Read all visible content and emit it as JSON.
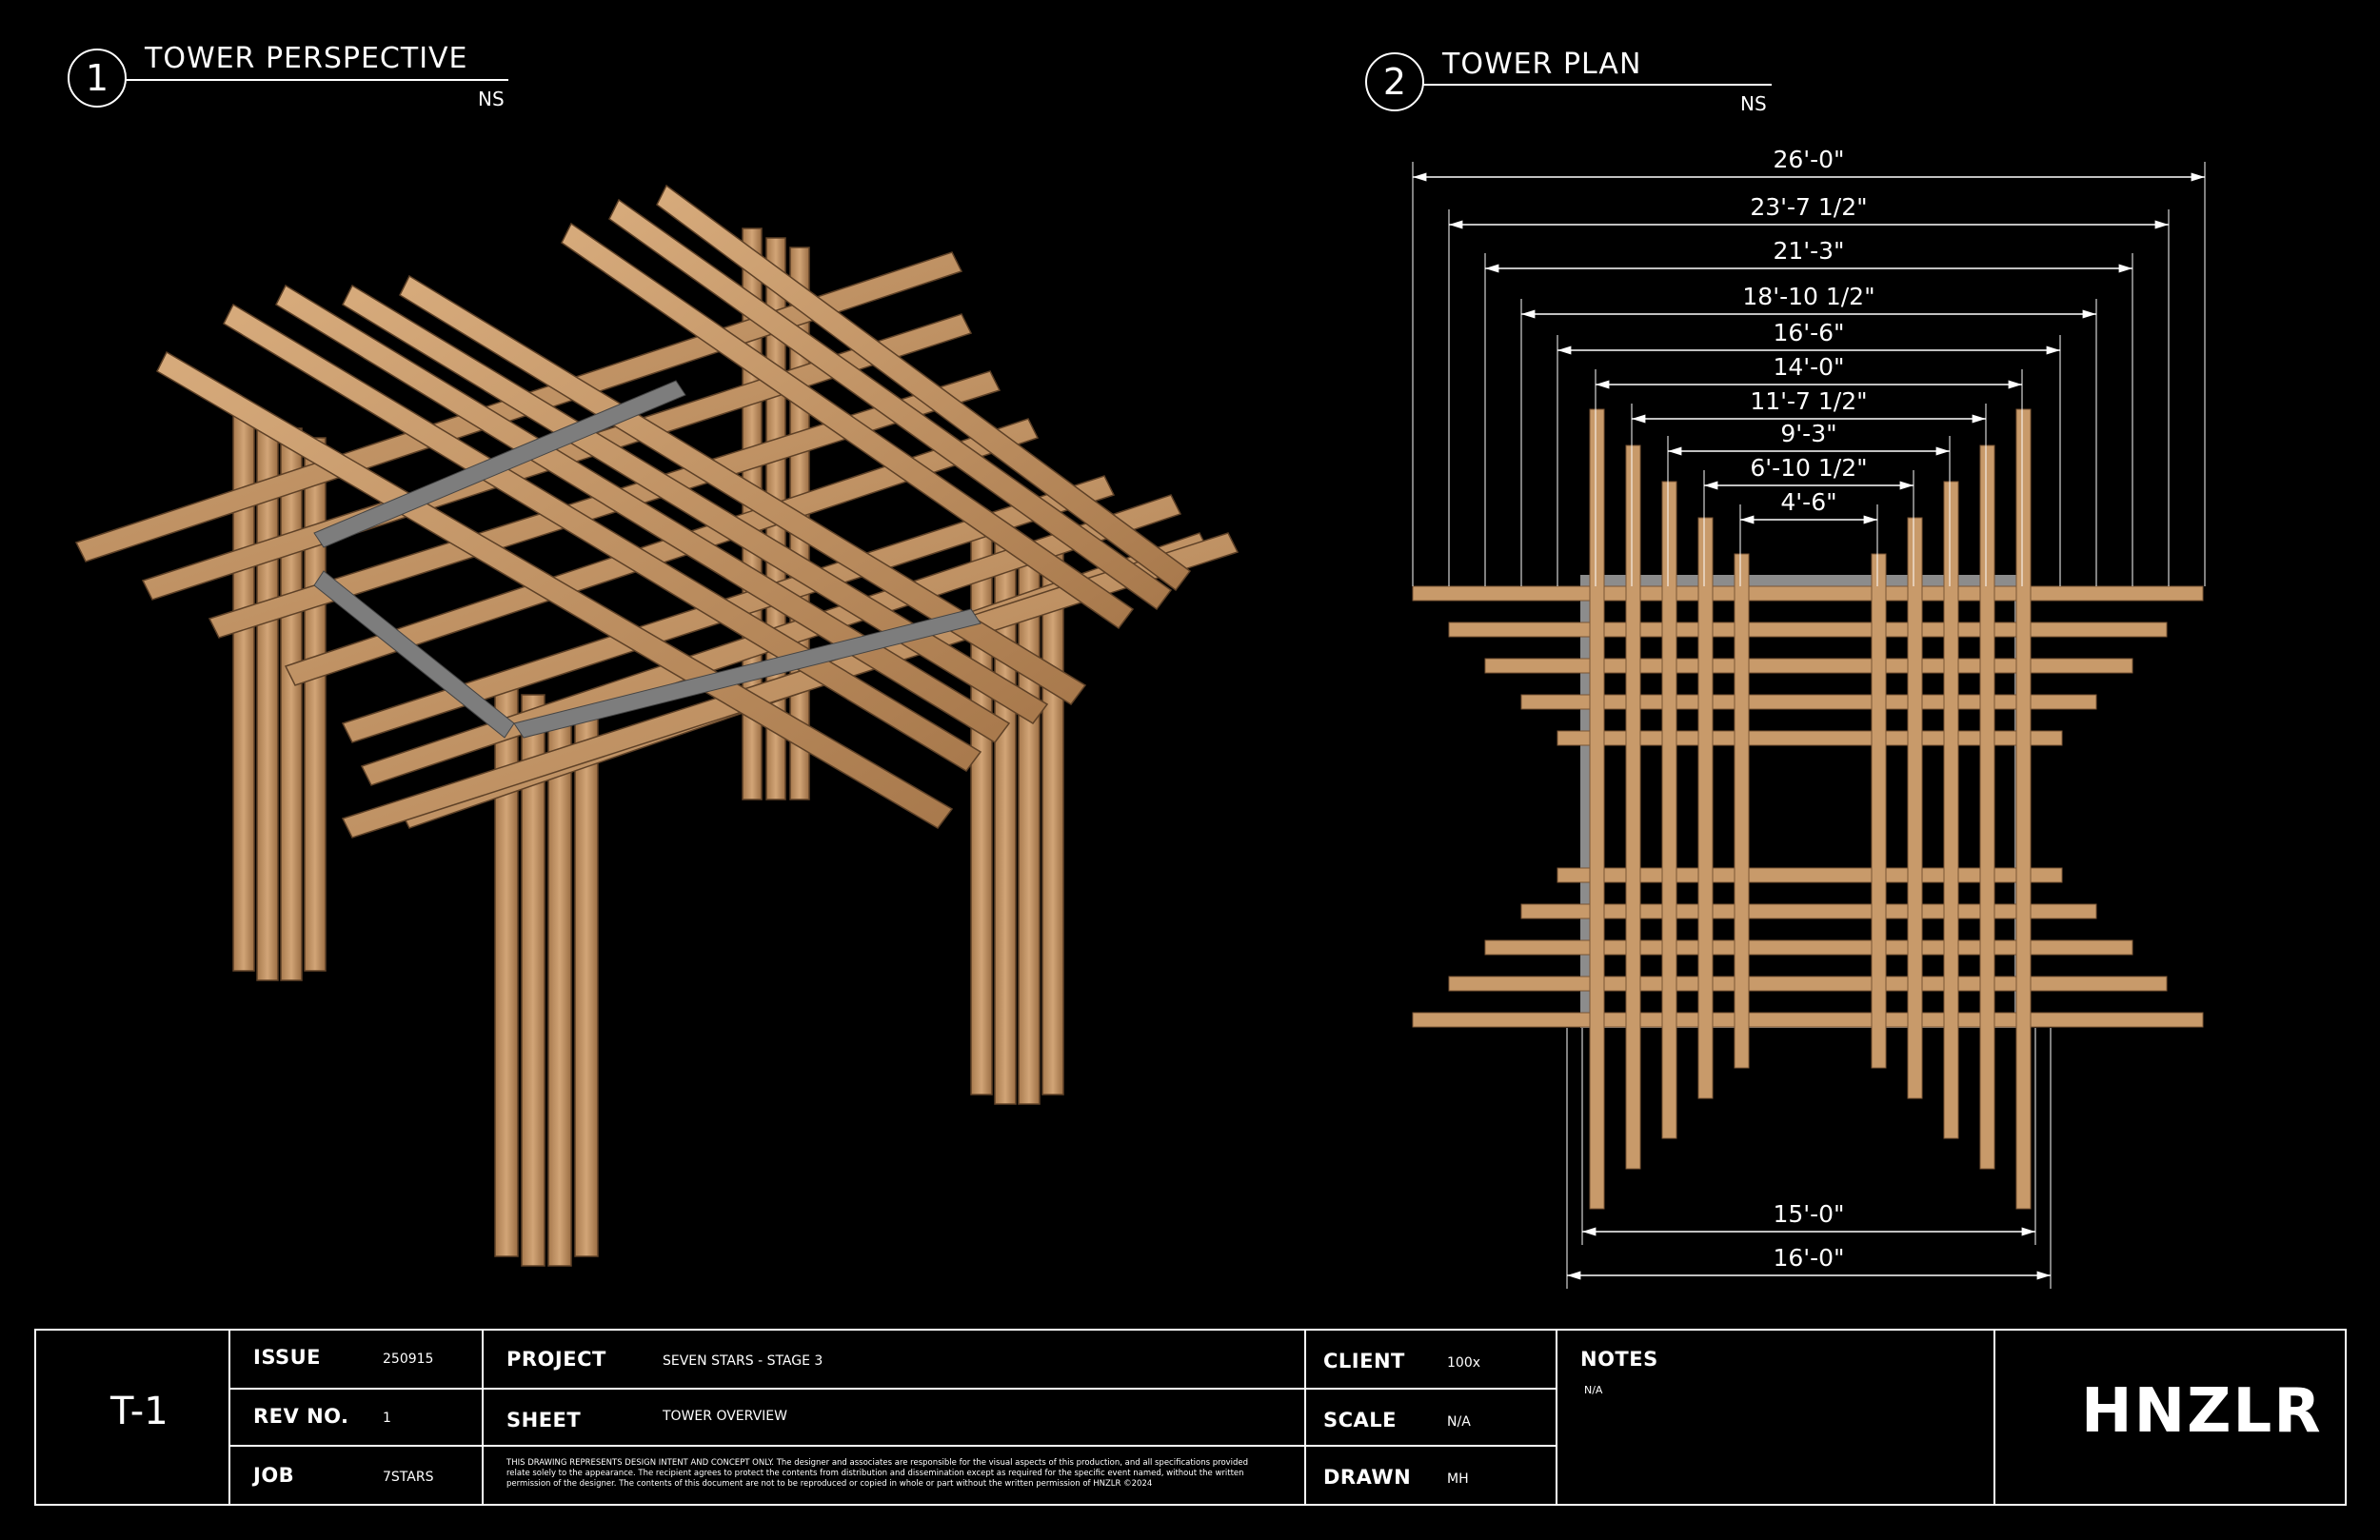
{
  "views": [
    {
      "number": "1",
      "title": "TOWER PERSPECTIVE",
      "scale": "NS"
    },
    {
      "number": "2",
      "title": "TOWER PLAN",
      "scale": "NS"
    }
  ],
  "plan_dimensions": {
    "top": [
      "26'-0\"",
      "23'-7 1/2\"",
      "21'-3\"",
      "18'-10 1/2\"",
      "16'-6\"",
      "14'-0\"",
      "11'-7 1/2\"",
      "9'-3\"",
      "6'-10 1/2\"",
      "4'-6\""
    ],
    "bottom": [
      "15'-0\"",
      "16'-0\""
    ]
  },
  "title_block": {
    "sheet_number": "T-1",
    "issue_label": "ISSUE",
    "issue_value": "250915",
    "rev_label": "REV NO.",
    "rev_value": "1",
    "job_label": "JOB",
    "job_value": "7STARS",
    "project_label": "PROJECT",
    "project_value": "SEVEN STARS - STAGE 3",
    "sheet_label": "SHEET",
    "sheet_value": "TOWER OVERVIEW",
    "disclaimer": "THIS DRAWING REPRESENTS DESIGN INTENT AND CONCEPT ONLY. The designer and associates are responsible for the visual aspects of this production, and all specifications provided relate solely to the appearance. The recipient agrees to protect the contents from distribution and dissemination except as required for the specific event named, without the written permission of the designer. The contents of this document are not to be reproduced or copied in whole or part without the written permission of HNZLR ©2024",
    "client_label": "CLIENT",
    "client_value": "100x",
    "scale_label": "SCALE",
    "scale_value": "N/A",
    "drawn_label": "DRAWN",
    "drawn_value": "MH",
    "notes_label": "NOTES",
    "notes_value": "N/A",
    "logo": "HNZLR"
  },
  "colors": {
    "background": "#000000",
    "line": "#ffffff",
    "timber": "#c89a6a",
    "timber_dark": "#8a6440",
    "steel": "#8c8c8c"
  }
}
